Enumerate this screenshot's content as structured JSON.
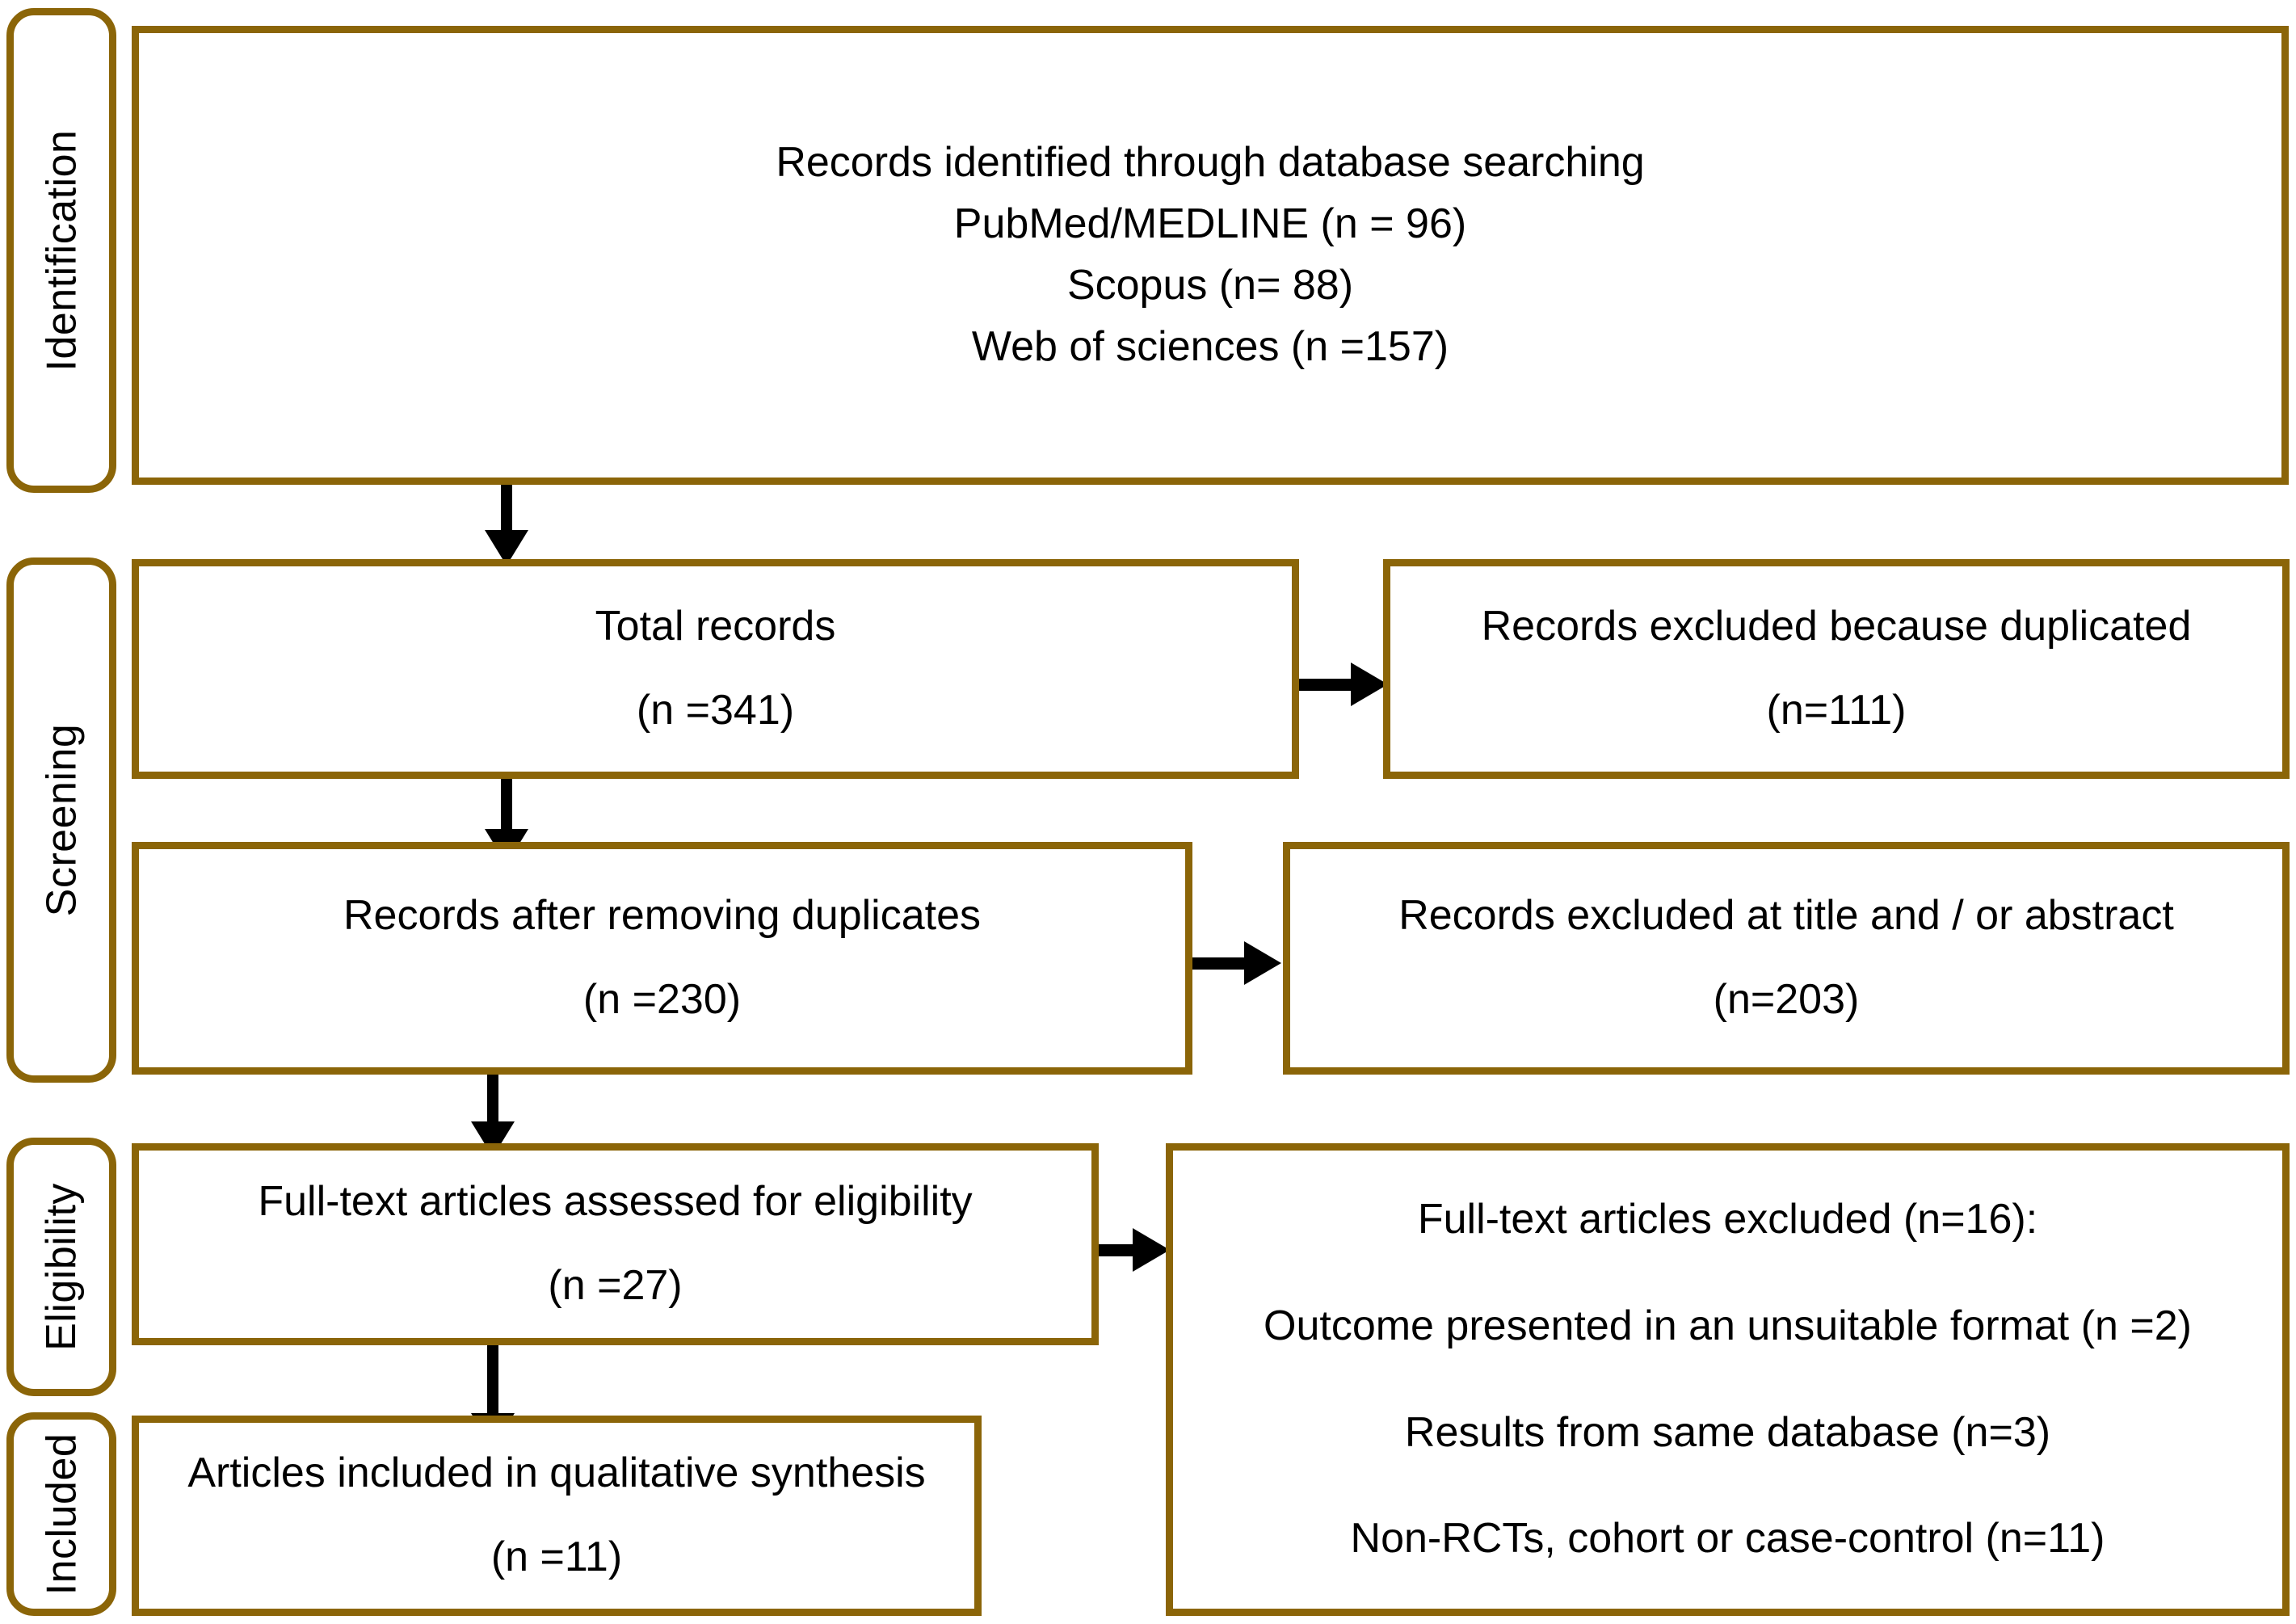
{
  "colors": {
    "accent": "#8B6508",
    "text": "#000000",
    "background": "#ffffff",
    "arrow": "#000000"
  },
  "diagram": {
    "type": "prisma-flow-diagram",
    "stages": [
      {
        "id": "identification",
        "label": "Identification"
      },
      {
        "id": "screening",
        "label": "Screening"
      },
      {
        "id": "eligibility",
        "label": "Eligibility"
      },
      {
        "id": "included",
        "label": "Included"
      }
    ],
    "boxes": {
      "identification": {
        "lines": [
          "Records identified through database searching",
          "PubMed/MEDLINE (n = 96)",
          "Scopus (n= 88)",
          "Web of sciences (n =157)"
        ]
      },
      "total_records": {
        "lines": [
          "Total records",
          "(n =341)"
        ]
      },
      "excluded_duplicated": {
        "lines": [
          "Records excluded because duplicated",
          "(n=111)"
        ]
      },
      "after_duplicates": {
        "lines": [
          "Records after removing duplicates",
          "(n =230)"
        ]
      },
      "excluded_title_abstract": {
        "lines": [
          "Records excluded at title and / or abstract",
          "(n=203)"
        ]
      },
      "fulltext_assessed": {
        "lines": [
          "Full-text articles assessed for eligibility",
          "(n =27)"
        ]
      },
      "fulltext_excluded": {
        "lines": [
          "Full-text articles excluded (n=16):",
          "Outcome presented in an unsuitable format (n =2)",
          "Results from same database (n=3)",
          "Non-RCTs, cohort or case-control (n=11)"
        ]
      },
      "included_qualitative": {
        "lines": [
          "Articles included in qualitative synthesis",
          "(n =11)"
        ]
      }
    },
    "counts": {
      "pubmed_medline": 96,
      "scopus": 88,
      "web_of_sciences": 157,
      "total_records": 341,
      "excluded_duplicated": 111,
      "after_removing_duplicates": 230,
      "excluded_title_abstract": 203,
      "fulltext_assessed": 27,
      "fulltext_excluded": 16,
      "unsuitable_format": 2,
      "same_database": 3,
      "non_rcts": 11,
      "included_qualitative": 11
    }
  }
}
